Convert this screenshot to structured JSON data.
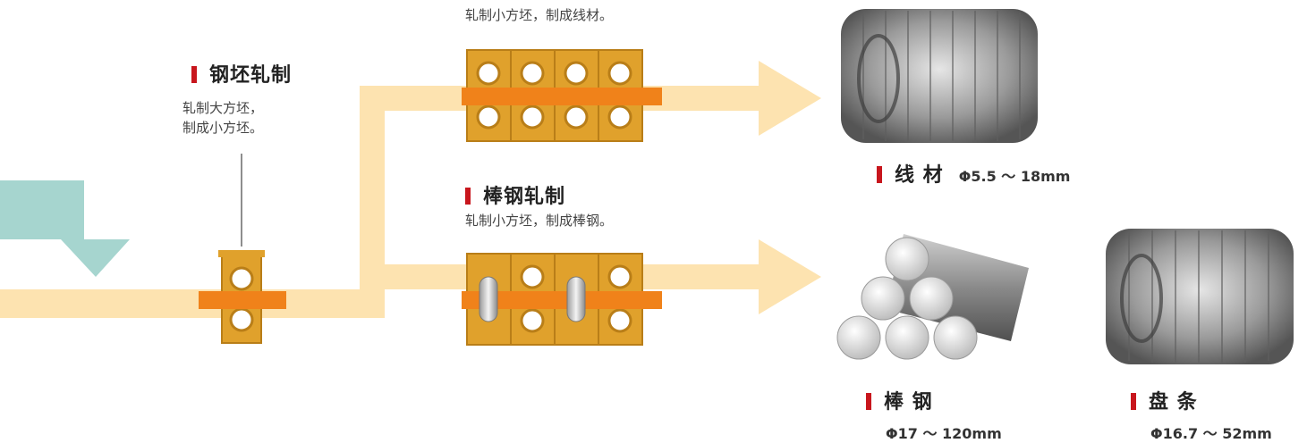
{
  "billet_rolling": {
    "title": "钢坯轧制",
    "desc_line1": "轧制大方坯，",
    "desc_line2": "制成小方坯。"
  },
  "wire_rolling": {
    "desc": "轧制小方坯，制成线材。"
  },
  "bar_rolling": {
    "title": "棒钢轧制",
    "desc": "轧制小方坯，制成棒钢。"
  },
  "products": {
    "wire_rod": {
      "name": "线 材",
      "spec": "Φ5.5 ～ 18mm"
    },
    "steel_bar": {
      "name": "棒 钢",
      "spec": "Φ17 ～ 120mm"
    },
    "bar_coil": {
      "name": "盘 条",
      "spec": "Φ16.7 ～ 52mm"
    }
  },
  "colors": {
    "flow": "#fde3b0",
    "incoming_arrow": "#a6d5cf",
    "roll_stand": "#e0a12c",
    "roll_band": "#f0821a",
    "marker": "#c8161d"
  }
}
